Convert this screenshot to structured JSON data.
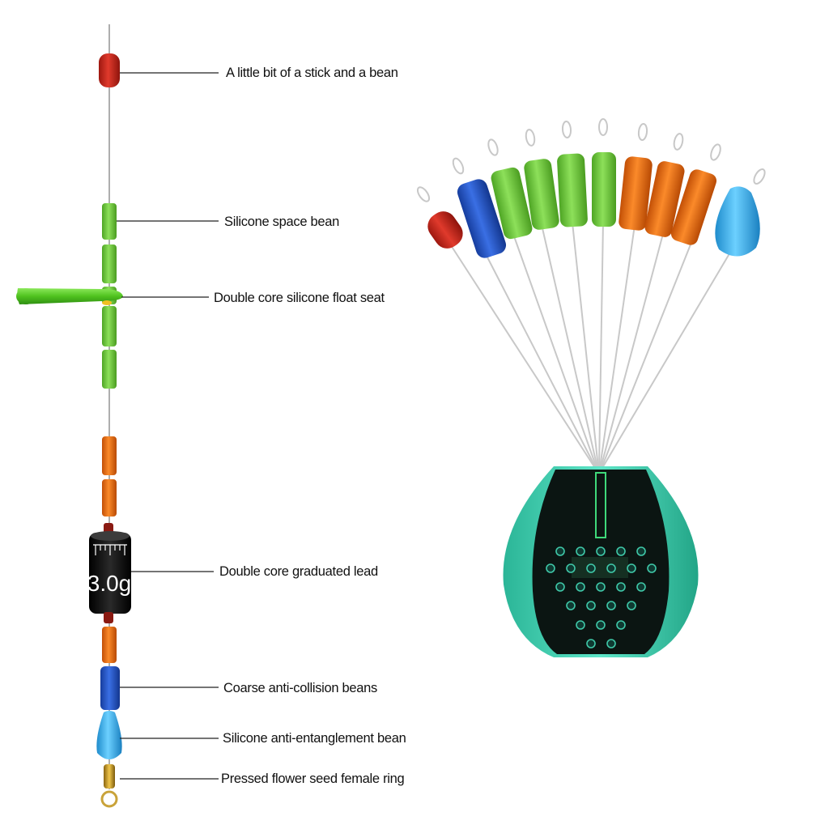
{
  "diagram": {
    "labels": [
      "A little bit of a stick and a bean",
      "Silicone space bean",
      "Double core silicone float seat",
      "Double core graduated lead",
      "Coarse anti-collision beans",
      "Silicone anti-entanglement bean",
      "Pressed flower seed female ring"
    ],
    "lead_weight_text": "3.0g"
  },
  "colors": {
    "red": "#c8281e",
    "green": "#6cc83a",
    "orange": "#ec6a10",
    "blue": "#1f52c8",
    "light_blue": "#3aa8ee",
    "teal": "#3fd3b4",
    "board": "#0b1512"
  }
}
